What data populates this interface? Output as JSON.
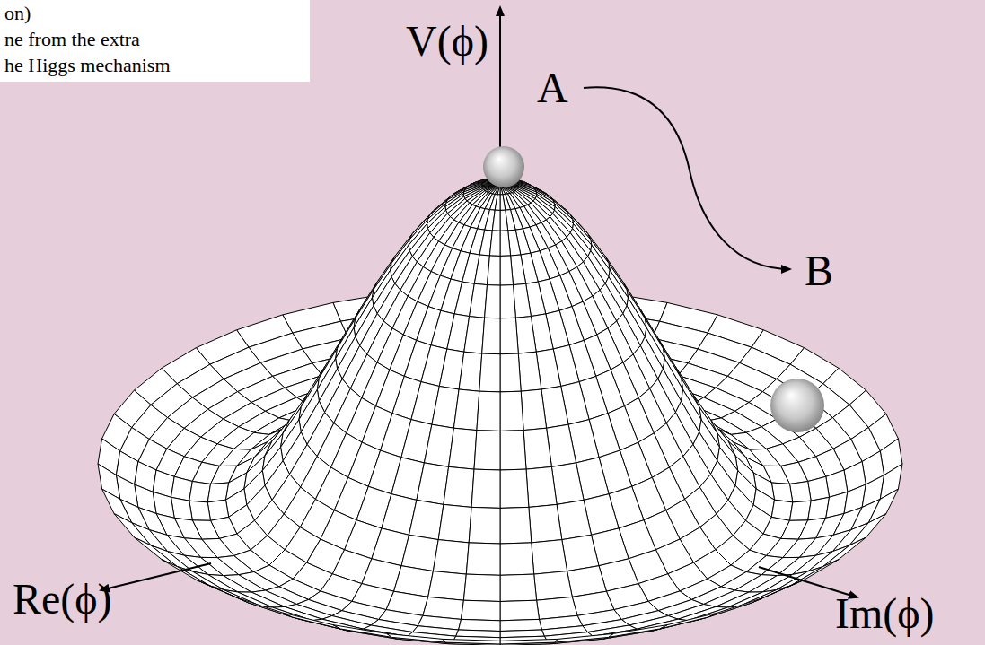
{
  "diagram": {
    "nodes": [
      {
        "text": [
          "on)",
          "ne from the extra",
          "he Higgs mechanism"
        ]
      }
    ],
    "labels": [
      "V(ϕ)",
      "A",
      "B",
      "Re(ϕ)",
      "Im(ϕ)"
    ]
  }
}
